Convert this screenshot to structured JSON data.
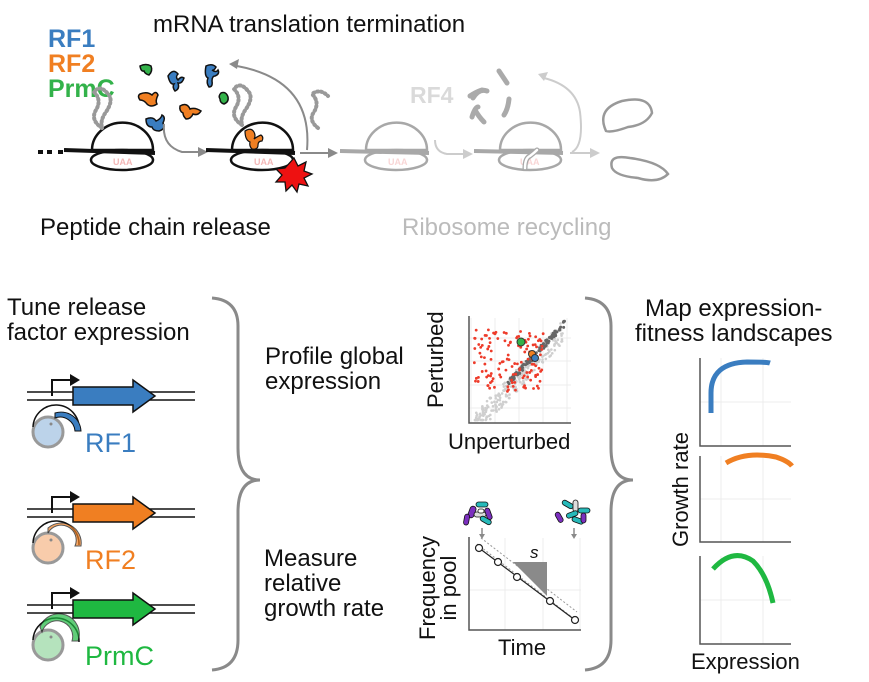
{
  "top": {
    "title": "mRNA translation termination",
    "legend": [
      {
        "label": "RF1",
        "color": "#3a7dc0"
      },
      {
        "label": "RF2",
        "color": "#f07f22"
      },
      {
        "label": "PrmC",
        "color": "#33b24a"
      }
    ],
    "stop_codon": "UAA",
    "recycling_factor": "RF4",
    "stage_labels": {
      "release": "Peptide chain release",
      "recycling": "Ribosome recycling"
    }
  },
  "steps": {
    "tune": {
      "line1": "Tune release",
      "line2": "factor expression"
    },
    "profile": {
      "line1": "Profile global",
      "line2": "expression"
    },
    "measure": {
      "line1": "Measure",
      "line2": "relative",
      "line3": "growth rate"
    },
    "map": {
      "line1": "Map expression-",
      "line2": "fitness landscapes"
    }
  },
  "constructs": [
    {
      "label": "RF1",
      "color": "#3a7dc0",
      "knob_fill": "#bcd3ea"
    },
    {
      "label": "RF2",
      "color": "#f07f22",
      "knob_fill": "#f8ccab"
    },
    {
      "label": "PrmC",
      "color": "#1fb841",
      "knob_fill": "#b5e3bd"
    }
  ],
  "scatter_panel": {
    "xlabel": "Unperturbed",
    "ylabel": "Perturbed"
  },
  "growth_panel": {
    "xlabel": "Time",
    "ylabel_line1": "Frequency",
    "ylabel_line2": "in pool",
    "slope_label": "s"
  },
  "landscape_panel": {
    "xlabel": "Expression",
    "ylabel": "Growth rate"
  },
  "colors": {
    "rf1": "#3a7dc0",
    "rf2": "#f07f22",
    "prmc": "#1fb841",
    "grey": "#8a8a8a",
    "light_grey": "#c8c8c8",
    "red": "#ee3b2a",
    "purple": "#7b2fbe",
    "cyan": "#27b9b9"
  }
}
